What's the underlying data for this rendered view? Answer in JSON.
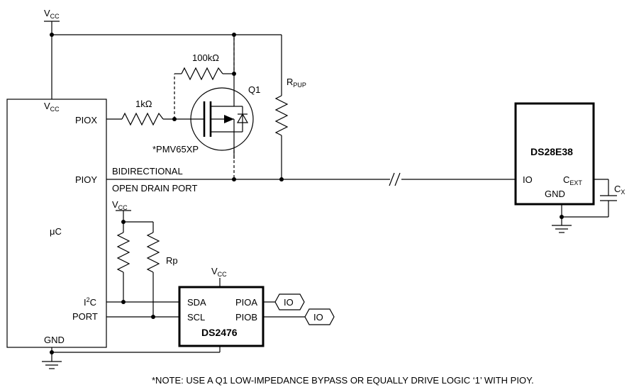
{
  "labels": {
    "vcc_base": "V",
    "vcc_sub": "CC",
    "mcu_vcc_base": "V",
    "mcu_vcc_sub": "CC",
    "piox": "PIOX",
    "pioy": "PIOY",
    "uc": "μC",
    "i2c_i": "I",
    "i2c_sup": "2",
    "i2c_c": "C",
    "port": "PORT",
    "gnd": "GND",
    "r1k": "1kΩ",
    "r100k": "100kΩ",
    "q1": "Q1",
    "q_part": "*PMV65XP",
    "rpup_base": "R",
    "rpup_sub": "PUP",
    "bidir_1": "BIDIRECTIONAL",
    "bidir_2": "OPEN DRAIN PORT",
    "rp": "Rp",
    "ds28e38": "DS28E38",
    "ds28e38_io": "IO",
    "ds28e38_gnd": "GND",
    "cext_base": "C",
    "cext_sub": "EXT",
    "cx_base": "C",
    "cx_sub": "X",
    "ds2476": "DS2476",
    "sda": "SDA",
    "scl": "SCL",
    "pioa": "PIOA",
    "piob": "PIOB",
    "io_tag_a": "IO",
    "io_tag_b": "IO",
    "note": "*NOTE: USE A Q1 LOW-IMPEDANCE BYPASS OR EQUALLY DRIVE LOGIC ‘1’ WITH PIOY."
  }
}
